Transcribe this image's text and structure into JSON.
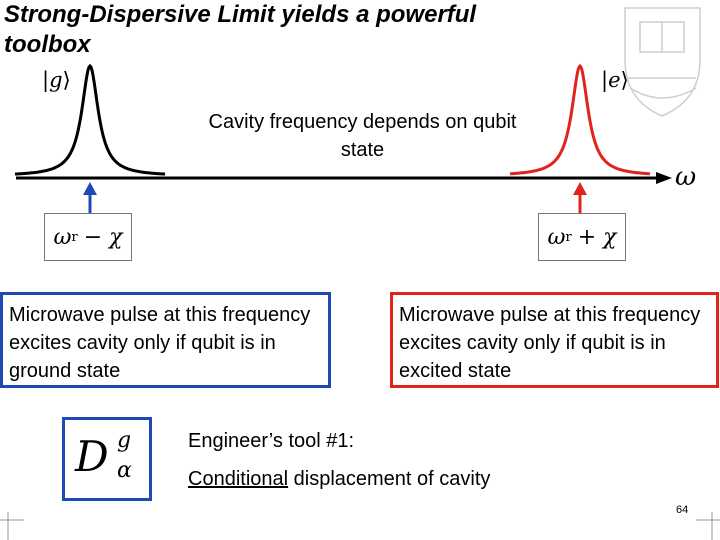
{
  "title": "Strong-Dispersive Limit yields a powerful toolbox",
  "kets": {
    "ground": "g",
    "excited": "e"
  },
  "cavity_note": "Cavity frequency depends on qubit state",
  "axis_label": "ω",
  "freq_left": {
    "base": "ω",
    "sub": "r",
    "op": "−",
    "chi": "χ"
  },
  "freq_right": {
    "base": "ω",
    "sub": "r",
    "op": "+",
    "chi": "χ"
  },
  "note_left": "Microwave pulse at this frequency excites cavity only if qubit is in ground state",
  "note_right": "Microwave pulse at this frequency excites cavity only if qubit is in excited state",
  "displacement": {
    "D": "D",
    "sup": "g",
    "sub": "α"
  },
  "tool": {
    "line1": "Engineer’s tool #1:",
    "conditional": "Conditional",
    "rest": " displacement of cavity"
  },
  "page_number": "64",
  "colors": {
    "ground": "#000000",
    "excited": "#e0241b",
    "blue": "#1f49b5",
    "red": "#e0241b"
  },
  "icons": [
    "yale-seal-icon"
  ]
}
